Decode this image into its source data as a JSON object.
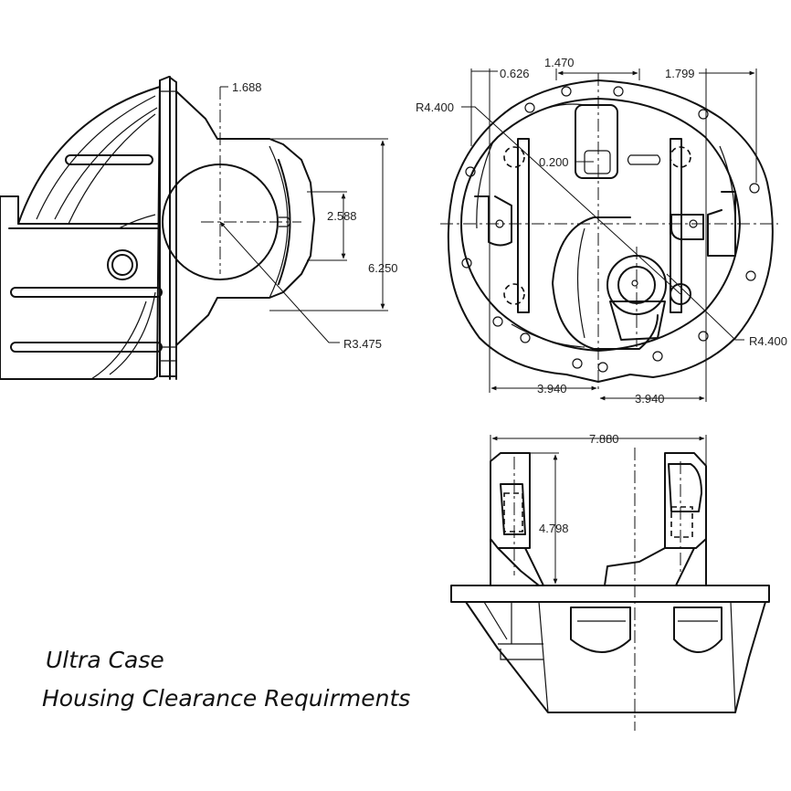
{
  "caption": {
    "line1": "Ultra Case",
    "line2": "Housing Clearance Requirments"
  },
  "side_view": {
    "dim_offset": "1.688",
    "dim_height": "2.588",
    "dim_overall": "6.250",
    "dim_radius": "R3.475"
  },
  "front_view": {
    "dim_left_offset": "0.626",
    "dim_top_width": "1.470",
    "dim_right_offset": "1.799",
    "dim_radius_top": "R4.400",
    "dim_radius_bottom": "R4.400",
    "dim_small": "0.200",
    "dim_half_left": "3.940",
    "dim_half_right": "3.940"
  },
  "top_view": {
    "dim_width": "7.880",
    "dim_height": "4.798"
  }
}
